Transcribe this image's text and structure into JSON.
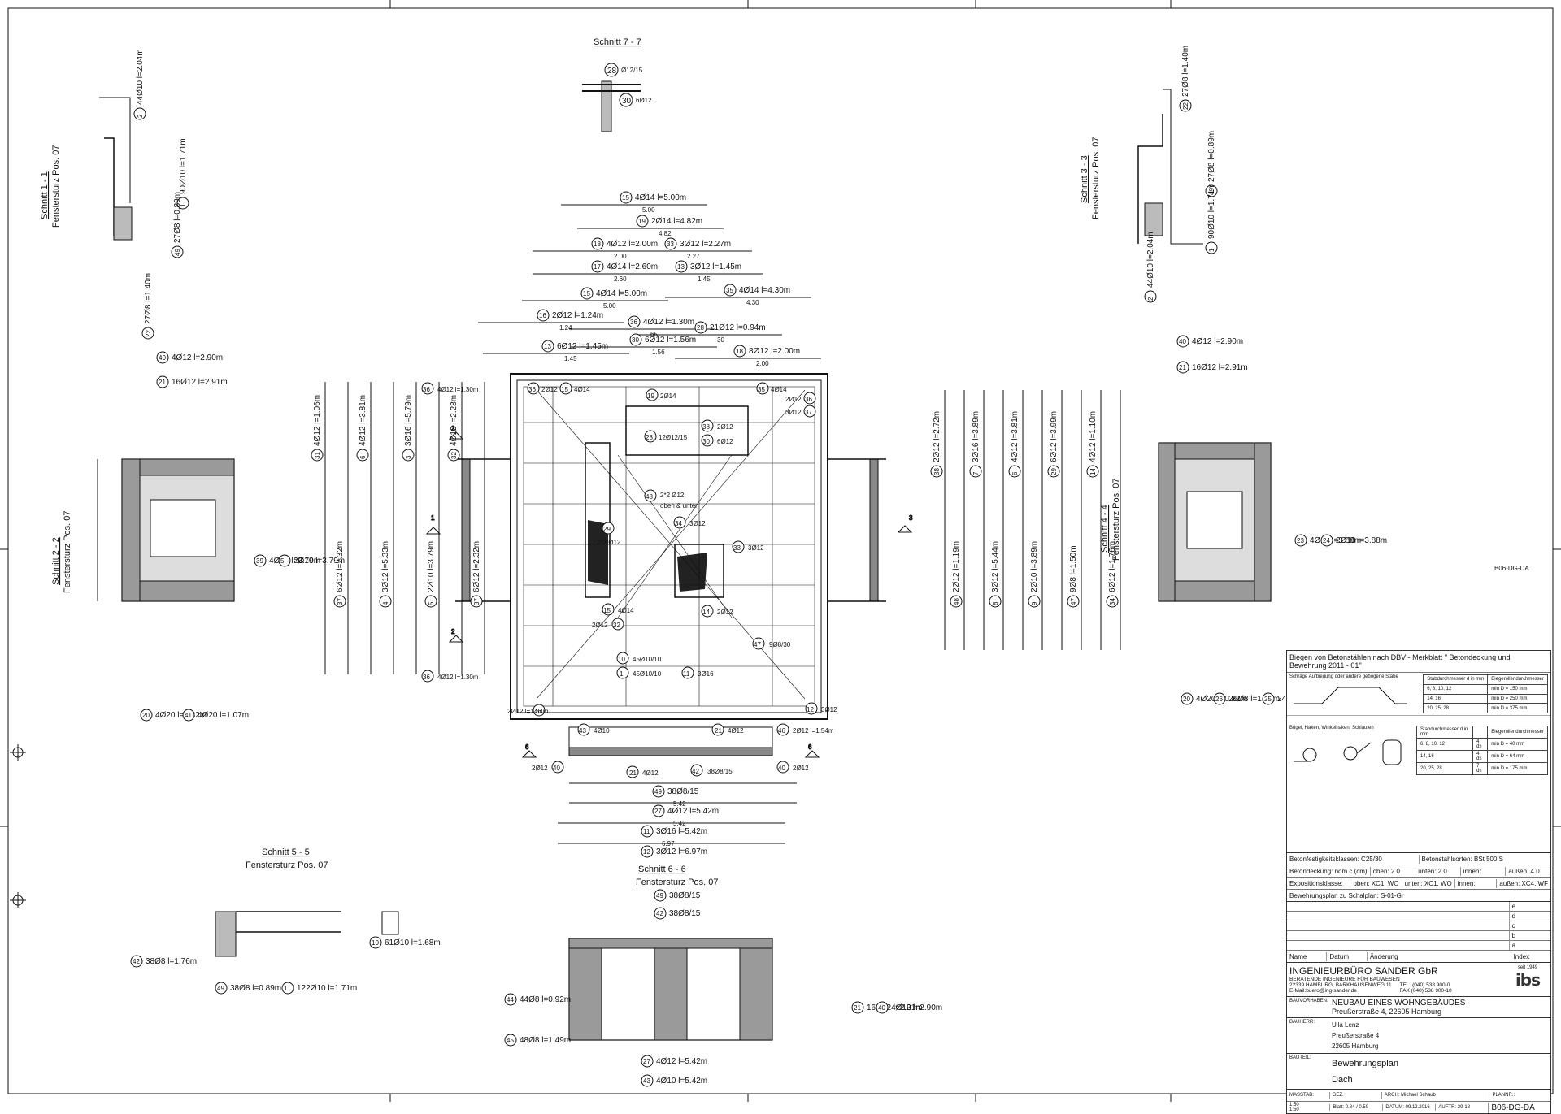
{
  "sheet_id": "B06-DG-DA",
  "sections": {
    "s77": "Schnitt 7 - 7",
    "s11": "Schnitt 1 - 1",
    "s11_sub": "Fenstersturz Pos. 07",
    "s22": "Schnitt 2 - 2",
    "s22_sub": "Fenstersturz Pos. 07",
    "s33": "Schnitt 3 - 3",
    "s33_sub": "Fenstersturz Pos. 07",
    "s44": "Schnitt 4 - 4",
    "s44_sub": "Fenstersturz Pos. 07",
    "s55": "Schnitt 5 - 5",
    "s55_sub": "Fenstersturz Pos. 07",
    "s66": "Schnitt 6 - 6",
    "s66_sub": "Fenstersturz Pos. 07"
  },
  "top_bars": [
    {
      "n": "15",
      "t": "4Ø14 l=5.00m",
      "d": "5.00"
    },
    {
      "n": "19",
      "t": "2Ø14 l=4.82m",
      "d": "4.82"
    },
    {
      "n": "18",
      "t": "4Ø12 l=2.00m",
      "d": "2.00"
    },
    {
      "n": "33",
      "t": "3Ø12 l=2.27m",
      "d": "2.27"
    },
    {
      "n": "17",
      "t": "4Ø14 l=2.60m",
      "d": "2.60"
    },
    {
      "n": "13",
      "t": "3Ø12 l=1.45m",
      "d": "1.45"
    },
    {
      "n": "15",
      "t": "4Ø14 l=5.00m",
      "d": "5.00"
    },
    {
      "n": "35",
      "t": "4Ø14 l=4.30m",
      "d": "4.30"
    },
    {
      "n": "16",
      "t": "2Ø12 l=1.24m",
      "d": "1.24"
    },
    {
      "n": "36",
      "t": "4Ø12 l=1.30m",
      "d": "65"
    },
    {
      "n": "28",
      "t": "21Ø12 l=0.94m",
      "d": "30"
    },
    {
      "n": "13",
      "t": "6Ø12 l=1.45m",
      "d": "1.45"
    },
    {
      "n": "30",
      "t": "6Ø12 l=1.56m",
      "d": "1.56"
    },
    {
      "n": "18",
      "t": "8Ø12 l=2.00m",
      "d": "2.00"
    }
  ],
  "bottom_bars": [
    {
      "n": "49",
      "t": "38Ø8/15",
      "d": "5.42"
    },
    {
      "n": "27",
      "t": "4Ø12 l=5.42m",
      "d": "5.42"
    },
    {
      "n": "11",
      "t": "3Ø16 l=5.42m",
      "d": "6.97"
    },
    {
      "n": "12",
      "t": "3Ø12 l=6.97m",
      "d": ""
    }
  ],
  "plan_labels": {
    "p36a": "36",
    "p36a_t": "4Ø12 l=1.30m",
    "p36b": "36",
    "p36b_t": "4Ø12 l=1.30m",
    "p46a": "46",
    "p46a_t": "2Ø12 l=1.54m",
    "p46b": "46",
    "p46b_t": "2Ø12 l=1.54m",
    "p43": "43",
    "p43_t": "4Ø10",
    "p21": "21",
    "p21_t": "4Ø12",
    "p42": "42",
    "p42_t": "38Ø8/15",
    "p47": "47",
    "p47_t": "9Ø8/30",
    "p48": "48",
    "p48_t": "2*2 Ø12",
    "p48_note": "oben & unten",
    "p29": "29",
    "p29_t": "2*3 Ø12",
    "p32": "32",
    "p32_t": "2Ø12",
    "p10": "10",
    "p10_t": "45Ø10/10",
    "p1": "1",
    "p1_t": "45Ø10/10",
    "p11": "11",
    "p11_t": "3Ø16",
    "p12": "12",
    "p12_t": "3Ø12",
    "p14": "14",
    "p14_t": "2Ø12"
  },
  "side_bars_left": [
    {
      "n": "31",
      "t": "4Ø12 l=1.06m"
    },
    {
      "n": "37",
      "t": "6Ø12 l=2.32m"
    },
    {
      "n": "6",
      "t": "4Ø12 l=3.81m"
    },
    {
      "n": "4",
      "t": "3Ø12 l=5.33m"
    },
    {
      "n": "3",
      "t": "3Ø16 l=5.79m"
    },
    {
      "n": "5",
      "t": "2Ø10 l=3.79m"
    },
    {
      "n": "32",
      "t": "4Ø12 l=2.28m"
    },
    {
      "n": "37",
      "t": "6Ø12 l=2.32m"
    }
  ],
  "side_bars_right": [
    {
      "n": "38",
      "t": "2Ø12 l=2.72m"
    },
    {
      "n": "48",
      "t": "2Ø12 l=1.19m"
    },
    {
      "n": "7",
      "t": "3Ø16 l=3.89m"
    },
    {
      "n": "8",
      "t": "3Ø12 l=5.44m"
    },
    {
      "n": "6",
      "t": "4Ø12 l=3.81m"
    },
    {
      "n": "9",
      "t": "2Ø10 l=3.89m"
    },
    {
      "n": "29",
      "t": "6Ø12 l=3.99m"
    },
    {
      "n": "47",
      "t": "9Ø8 l=1.50m"
    },
    {
      "n": "14",
      "t": "4Ø12 l=1.10m"
    },
    {
      "n": "34",
      "t": "6Ø12 l=1.76m"
    }
  ],
  "s11_items": [
    {
      "n": "2",
      "t": "44Ø10 l=2.04m"
    },
    {
      "n": "1",
      "t": "90Ø10 l=1.71m"
    },
    {
      "n": "49",
      "t": "27Ø8 l=0.89m"
    },
    {
      "n": "22",
      "t": "27Ø8 l=1.40m"
    }
  ],
  "s22_items": [
    {
      "n": "40",
      "t": "4Ø12 l=2.90m"
    },
    {
      "n": "21",
      "t": "16Ø12 l=2.91m"
    },
    {
      "n": "20",
      "t": "4Ø20 l=0.82m"
    },
    {
      "n": "41",
      "t": "4Ø20 l=1.07m"
    },
    {
      "n": "39",
      "t": "4Ø12 l=3.79m"
    },
    {
      "n": "5",
      "t": "2Ø10 l=3.79m"
    }
  ],
  "s33_items": [
    {
      "n": "22",
      "t": "27Ø8 l=1.40m"
    },
    {
      "n": "49",
      "t": "27Ø8 l=0.89m"
    },
    {
      "n": "1",
      "t": "90Ø10 l=1.71m"
    },
    {
      "n": "2",
      "t": "44Ø10 l=2.04m"
    }
  ],
  "s44_items": [
    {
      "n": "40",
      "t": "4Ø12 l=2.90m"
    },
    {
      "n": "21",
      "t": "16Ø12 l=2.91m"
    },
    {
      "n": "23",
      "t": "4Ø12 l=3.88m"
    },
    {
      "n": "24",
      "t": "2Ø10 l=3.88m"
    },
    {
      "n": "20",
      "t": "4Ø20 l=0.82m"
    },
    {
      "n": "26",
      "t": "26Ø8 l=1.04m"
    },
    {
      "n": "25",
      "t": "24Ø8 l=1.28m"
    }
  ],
  "s55_items": [
    {
      "n": "42",
      "t": "38Ø8 l=1.76m"
    },
    {
      "n": "49",
      "t": "38Ø8 l=0.89m"
    },
    {
      "n": "1",
      "t": "122Ø10 l=1.71m"
    },
    {
      "n": "10",
      "t": "61Ø10 l=1.68m"
    }
  ],
  "s66_items": [
    {
      "n": "49",
      "t": "38Ø8/15"
    },
    {
      "n": "42",
      "t": "38Ø8/15"
    },
    {
      "n": "27",
      "t": "4Ø12 l=5.42m"
    },
    {
      "n": "43",
      "t": "4Ø10 l=5.42m"
    },
    {
      "n": "44",
      "t": "44Ø8 l=0.92m"
    },
    {
      "n": "45",
      "t": "48Ø8 l=1.49m"
    },
    {
      "n": "21",
      "t": "16Ø12 l=2.91m"
    },
    {
      "n": "40",
      "t": "4Ø12 l=2.90m"
    }
  ],
  "title_block": {
    "note_title": "Biegen von Betonstählen nach DBV - Merkblatt '' Betondeckung und Bewehrung 2011 - 01''",
    "bend_head": "Schräge Aufbiegung oder andere gebogene Stäbe",
    "hook_head": "Bügel, Haken, Winkelhaken, Schlaufen",
    "tbl1_h1": "Stabdurchmesser d in mm",
    "tbl1_h2": "Biegerollendurchmesser",
    "tbl1_rows": [
      [
        "6, 8, 10, 12",
        "min D = 150 mm"
      ],
      [
        "14, 16",
        "min D = 250 mm"
      ],
      [
        "20, 25, 28",
        "min D = 375 mm"
      ]
    ],
    "tbl2_rows": [
      [
        "6, 8, 10, 12",
        "4 ds",
        "min D = 40 mm"
      ],
      [
        "14, 16",
        "4 ds",
        "min D = 64 mm"
      ],
      [
        "20, 25, 28",
        "7 ds",
        "min D = 175 mm"
      ]
    ],
    "beton": "Betonfestigkeitsklassen: C25/30",
    "stahl": "Betonstahlsorten: BSt 500 S",
    "deckung": "Betondeckung: nom c (cm)",
    "oben1": "oben: 2.0",
    "unten1": "unten: 2.0",
    "innen1": "innen:",
    "aussen1": "außen: 4.0",
    "expo": "Expositionsklasse:",
    "oben2": "oben: XC1, WO",
    "unten2": "unten: XC1, WO",
    "innen2": "innen:",
    "aussen2": "außen: XC4, WF",
    "schalplan": "Bewehrungsplan zu Schalplan: S-01-Gr",
    "rev_letters": [
      "e",
      "d",
      "c",
      "b",
      "a"
    ],
    "rev_name": "Name",
    "rev_datum": "Datum",
    "rev_aend": "Änderung",
    "rev_index": "Index",
    "office": "INGENIEURBÜRO SANDER GbR",
    "office_sub": "BERATENDE INGENIEURE FÜR BAUWESEN",
    "office_addr": "22339 HAMBURG, BARKHAUSENWEG 11",
    "office_mail": "E-Mail:buero@ing-sander.de",
    "office_tel": "TEL. (040) 538 900-0",
    "office_fax": "FAX (040) 538 900-10",
    "seit": "seit 1949",
    "logo": "ibs",
    "bv_label": "BAUVORHABEN:",
    "bv1": "NEUBAU EINES WOHNGEBÄUDES",
    "bv2": "Preußerstraße 4,   22605  Hamburg",
    "bh_label": "BAUHERR:",
    "bh1": "Ulla Lenz",
    "bh2": "Preußerstraße 4",
    "bh3": "22605  Hamburg",
    "bt_label": "BAUTEIL:",
    "bt1": "Bewehrungsplan",
    "bt2": "Dach",
    "massstab_label": "MASSTAB:",
    "massstab1": "1:50",
    "massstab2": "1:50",
    "gez": "GEZ.",
    "arch": "ARCH: Michael Schaub",
    "blatt": "Blatt:  0.84 / 0.59",
    "datum": "DATUM:  09.12.2016",
    "auftr": "AUFTR:   29-18",
    "plannr_label": "PLANNR.:",
    "plannr": "B06-DG-DA"
  }
}
